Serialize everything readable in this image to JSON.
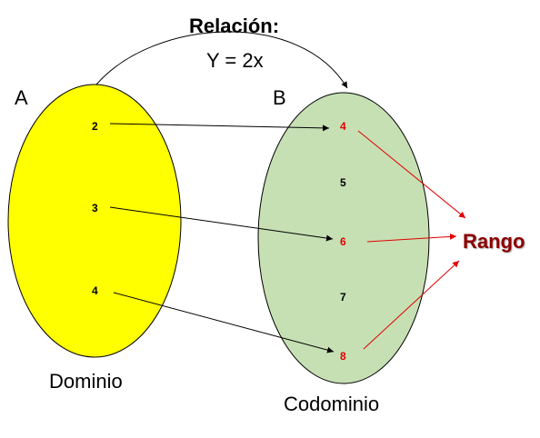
{
  "relation": {
    "title": "Relación:",
    "formula": "Y = 2x"
  },
  "set_a": {
    "name": "A",
    "caption": "Dominio",
    "fill": "#ffff00",
    "elements": [
      "2",
      "3",
      "4"
    ]
  },
  "set_b": {
    "name": "B",
    "caption": "Codominio",
    "fill": "#c6e0b4",
    "elements": [
      "4",
      "5",
      "6",
      "7",
      "8"
    ]
  },
  "range": {
    "label": "Rango",
    "color": "#8b0000"
  },
  "colors": {
    "range_arrow": "#e00000",
    "map_arrow": "#000000"
  },
  "mappings": [
    {
      "from": "2",
      "to": "4"
    },
    {
      "from": "3",
      "to": "6"
    },
    {
      "from": "4",
      "to": "8"
    }
  ]
}
